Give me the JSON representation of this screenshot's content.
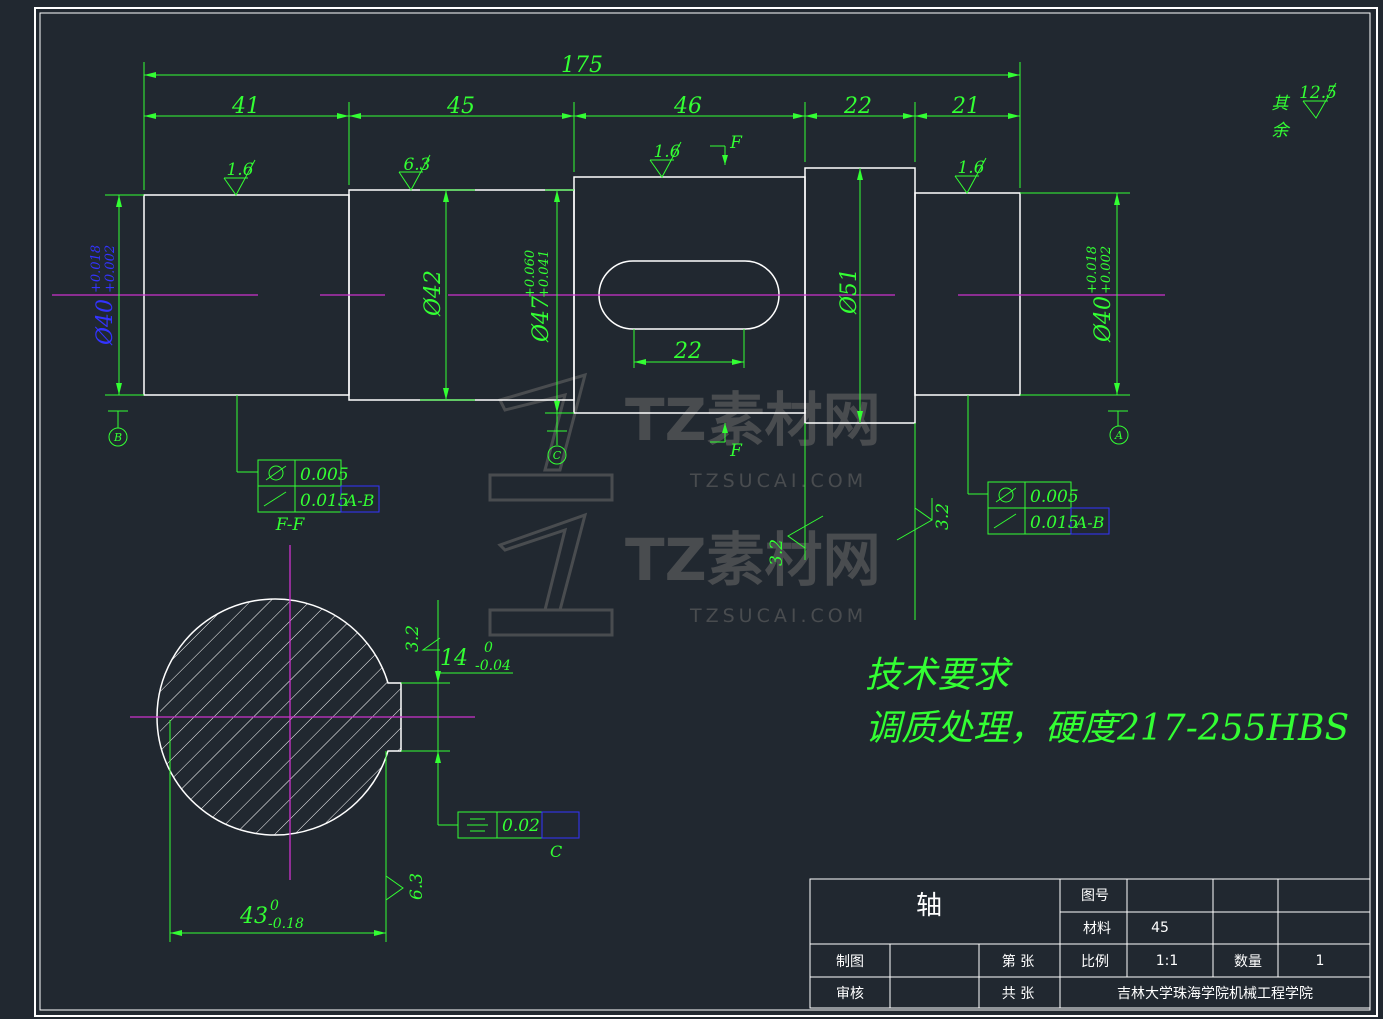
{
  "dimensions": {
    "overall": "175",
    "seg1": "41",
    "seg2": "45",
    "seg3": "46",
    "seg4": "22",
    "seg5": "21",
    "keyway_len": "22",
    "dia_left": "Ø40",
    "dia_left_tol_up": "+0.018",
    "dia_left_tol_low": "+0.002",
    "dia_2": "Ø42",
    "dia_3": "Ø47",
    "dia_3_tol_up": "+0.060",
    "dia_3_tol_low": "+0.041",
    "dia_4": "Ø51",
    "dia_right": "Ø40",
    "dia_right_tol_up": "+0.018",
    "dia_right_tol_low": "+0.002",
    "key_width": "14",
    "key_width_tol_up": "0",
    "key_width_tol_low": "-0.04",
    "key_depth": "43",
    "key_depth_tol_up": "0",
    "key_depth_tol_low": "-0.18"
  },
  "roughness": {
    "r1": "1.6",
    "r2": "6.3",
    "r3": "1.6",
    "r4": "1.6",
    "r5": "3.2",
    "r6": "3.2",
    "r7": "3.2",
    "r8": "6.3",
    "other_value": "12.5",
    "other_label_1": "其",
    "other_label_2": "余"
  },
  "section": {
    "mark_top": "F",
    "mark_bottom": "F",
    "label": "F-F"
  },
  "datums": {
    "a": "A",
    "b": "B",
    "c": "C"
  },
  "tolerances": {
    "left_1": "0.005",
    "left_2": "0.015",
    "left_datum": "A-B",
    "right_1": "0.005",
    "right_2": "0.015",
    "right_datum": "A-B",
    "sym": "0.02",
    "sym_datum": "C"
  },
  "tech": {
    "title": "技术要求",
    "text": "调质处理，硬度217-255HBS"
  },
  "watermark": {
    "logo": "TZ素材网",
    "url": "TZSUCAI.COM"
  },
  "title_block": {
    "part_name": "轴",
    "drawing_no_label": "图号",
    "material_label": "材料",
    "material_value": "45",
    "drawn_label": "制图",
    "sheet_label": "第 张",
    "scale_label": "比例",
    "scale_value": "1:1",
    "qty_label": "数量",
    "qty_value": "1",
    "check_label": "审核",
    "total_label": "共 张",
    "school": "吉林大学珠海学院机械工程学院"
  },
  "colors": {
    "background": "#212830",
    "outline": "#ffffff",
    "dimension": "#33ff33",
    "centerline": "#cc33cc",
    "datum_box": "#3333ff"
  }
}
